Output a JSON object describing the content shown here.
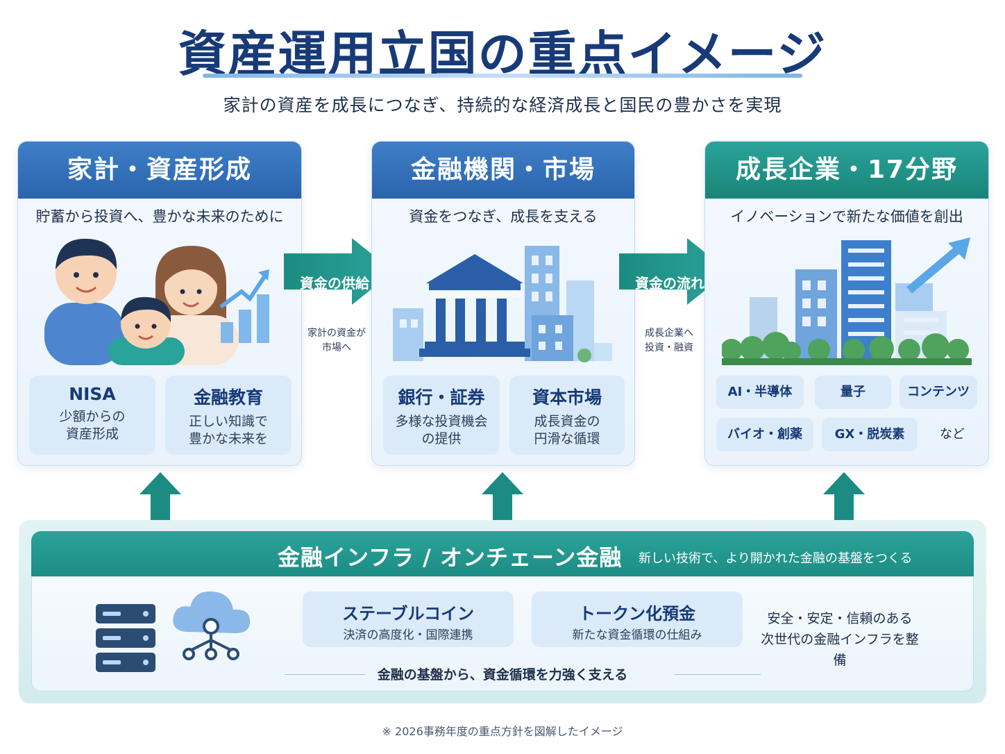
{
  "title": "資産運用立国の重点イメージ",
  "subtitle": "家計の資産を成長につなぎ、持続的な経済成長と国民の豊かさを実現",
  "panels": {
    "household": {
      "title": "家計・資産形成",
      "desc": "貯蓄から投資へ、豊かな未来のために",
      "cards": [
        {
          "title": "NISA",
          "sub": "少額からの\n資産形成"
        },
        {
          "title": "金融教育",
          "sub": "正しい知識で\n豊かな未来を"
        }
      ]
    },
    "finance": {
      "title": "金融機関・市場",
      "desc": "資金をつなぎ、成長を支える",
      "cards": [
        {
          "title": "銀行・証券",
          "sub": "多様な投資機会\nの提供"
        },
        {
          "title": "資本市場",
          "sub": "成長資金の\n円滑な循環"
        }
      ]
    },
    "growth": {
      "title": "成長企業・17分野",
      "desc": "イノベーションで新たな価値を創出",
      "tags": [
        "AI・半導体",
        "量子",
        "コンテンツ",
        "バイオ・創薬",
        "GX・脱炭素",
        "など"
      ]
    }
  },
  "flows": [
    {
      "label": "資金の供給",
      "note": "家計の資金が\n市場へ"
    },
    {
      "label": "資金の流れ",
      "note": "成長企業へ\n投資・融資"
    }
  ],
  "infra": {
    "title": "金融インフラ / オンチェーン金融",
    "desc": "新しい技術で、より開かれた金融の基盤をつくる",
    "cards": [
      {
        "title": "ステーブルコイン",
        "sub": "決済の高度化・国際連携"
      },
      {
        "title": "トークン化預金",
        "sub": "新たな資金循環の仕組み"
      }
    ],
    "right": "安全・安定・信頼のある\n次世代の金融インフラを整備",
    "tagline": "金融の基盤から、資金循環を力強く支える"
  },
  "footnote": "※ 2026事務年度の重点方針を図解したイメージ",
  "colors": {
    "navy": "#173a78",
    "blue": "#2a64ad",
    "teal": "#198478",
    "light": "#dbeaf8"
  }
}
